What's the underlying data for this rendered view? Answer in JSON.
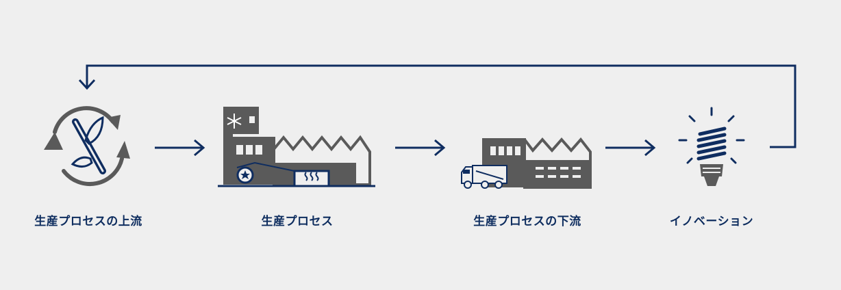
{
  "colors": {
    "navy": "#0f2d60",
    "gray": "#5a5a5a",
    "background": "#efefef"
  },
  "stages": [
    {
      "id": "upstream",
      "label": "生産プロセスの上流",
      "icon": "recycle-leaf-icon"
    },
    {
      "id": "production",
      "label": "生産プロセス",
      "icon": "factory-icon"
    },
    {
      "id": "downstream",
      "label": "生産プロセスの下流",
      "icon": "factory-garbage-truck-icon"
    },
    {
      "id": "innovation",
      "label": "イノベーション",
      "icon": "light-bulb-icon"
    }
  ]
}
